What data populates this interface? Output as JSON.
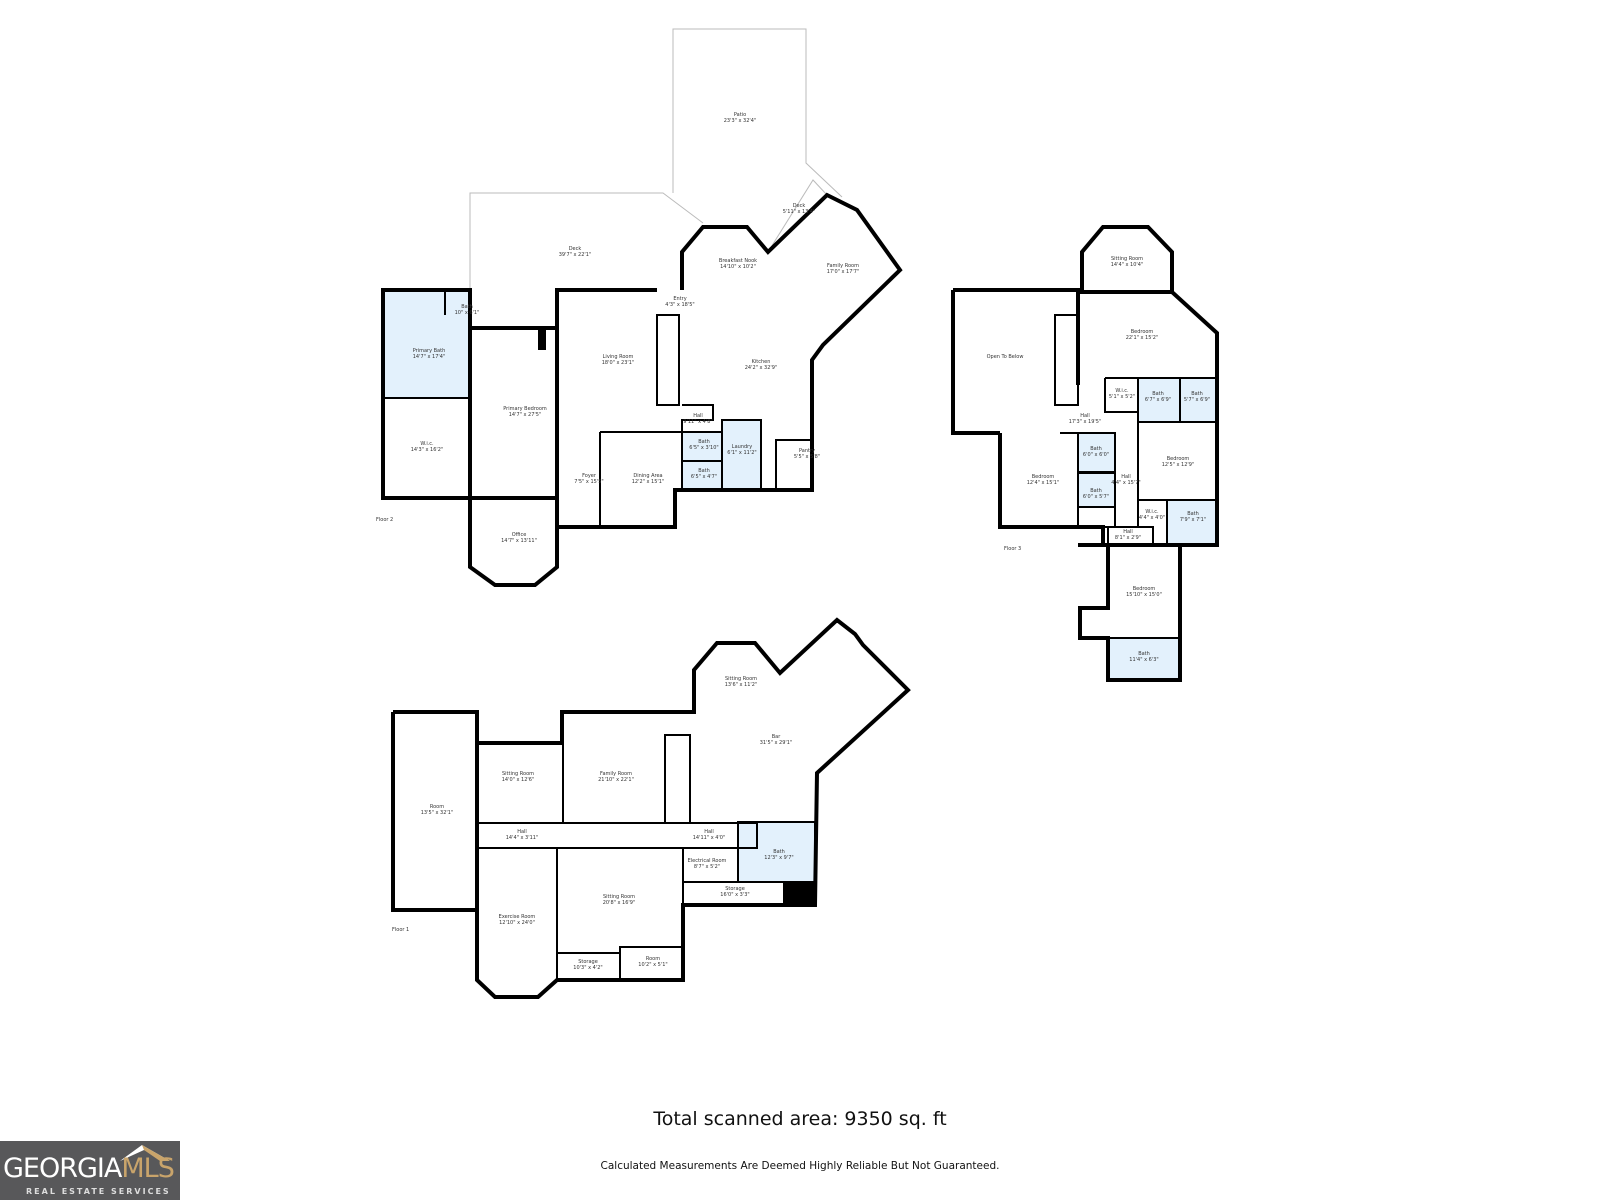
{
  "floors": [
    {
      "label": "Floor 2",
      "rooms": [
        {
          "name": "Patio",
          "dims": "23'3\" x 32'4\""
        },
        {
          "name": "Deck",
          "dims": "39'7\" x 22'1\""
        },
        {
          "name": "Deck",
          "dims": "5'11\" x 13'4\""
        },
        {
          "name": "Breakfast Nook",
          "dims": "14'10\" x 10'2\""
        },
        {
          "name": "Family Room",
          "dims": "17'0\" x 17'7\""
        },
        {
          "name": "Entry",
          "dims": "4'3\" x 18'5\""
        },
        {
          "name": "Bath",
          "dims": "10\" x 6'1\""
        },
        {
          "name": "Primary Bath",
          "dims": "14'7\" x 17'4\""
        },
        {
          "name": "Living Room",
          "dims": "18'0\" x 23'1\""
        },
        {
          "name": "Kitchen",
          "dims": "24'2\" x 32'9\""
        },
        {
          "name": "Primary Bedroom",
          "dims": "14'7\" x 27'5\""
        },
        {
          "name": "Hall",
          "dims": "9'11\" x 4'8\""
        },
        {
          "name": "W.i.c.",
          "dims": "14'3\" x 16'2\""
        },
        {
          "name": "Bath",
          "dims": "6'5\" x 3'10\""
        },
        {
          "name": "Laundry",
          "dims": "6'1\" x 11'2\""
        },
        {
          "name": "Pantry",
          "dims": "5'5\" x 5'8\""
        },
        {
          "name": "Bath",
          "dims": "6'5\" x 4'7\""
        },
        {
          "name": "Foyer",
          "dims": "7'5\" x 15'5\""
        },
        {
          "name": "Dining Area",
          "dims": "12'2\" x 15'1\""
        },
        {
          "name": "Office",
          "dims": "14'7\" x 13'11\""
        }
      ]
    },
    {
      "label": "Floor 3",
      "rooms": [
        {
          "name": "Sitting Room",
          "dims": "14'4\" x 10'4\""
        },
        {
          "name": "Bedroom",
          "dims": "22'1\" x 15'2\""
        },
        {
          "name": "Open To Below",
          "dims": ""
        },
        {
          "name": "W.i.c.",
          "dims": "5'1\" x 5'2\""
        },
        {
          "name": "Bath",
          "dims": "6'7\" x 6'9\""
        },
        {
          "name": "Bath",
          "dims": "5'7\" x 6'9\""
        },
        {
          "name": "Hall",
          "dims": "17'3\" x 19'5\""
        },
        {
          "name": "Bath",
          "dims": "6'0\" x 6'0\""
        },
        {
          "name": "Bedroom",
          "dims": "12'5\" x 12'9\""
        },
        {
          "name": "Bedroom",
          "dims": "12'4\" x 15'1\""
        },
        {
          "name": "Hall",
          "dims": "4'4\" x 15'7\""
        },
        {
          "name": "Bath",
          "dims": "6'0\" x 5'7\""
        },
        {
          "name": "W.i.c.",
          "dims": "4'4\" x 4'0\""
        },
        {
          "name": "Bath",
          "dims": "7'9\" x 7'1\""
        },
        {
          "name": "Hall",
          "dims": "8'1\" x 2'9\""
        },
        {
          "name": "Bedroom",
          "dims": "15'10\" x 15'0\""
        },
        {
          "name": "Bath",
          "dims": "11'4\" x 6'3\""
        }
      ]
    },
    {
      "label": "Floor 1",
      "rooms": [
        {
          "name": "Room",
          "dims": "13'5\" x 32'1\""
        },
        {
          "name": "Sitting Room",
          "dims": "14'0\" x 12'6\""
        },
        {
          "name": "Family Room",
          "dims": "21'10\" x 22'1\""
        },
        {
          "name": "Sitting Room",
          "dims": "13'6\" x 11'2\""
        },
        {
          "name": "Bar",
          "dims": "31'5\" x 29'1\""
        },
        {
          "name": "Hall",
          "dims": "14'4\" x 3'11\""
        },
        {
          "name": "Hall",
          "dims": "14'11\" x 4'0\""
        },
        {
          "name": "Bath",
          "dims": "12'3\" x 9'7\""
        },
        {
          "name": "Electrical Room",
          "dims": "8'7\" x 5'2\""
        },
        {
          "name": "Storage",
          "dims": "16'0\" x 3'3\""
        },
        {
          "name": "Sitting Room",
          "dims": "20'8\" x 16'9\""
        },
        {
          "name": "Exercise Room",
          "dims": "12'10\" x 24'0\""
        },
        {
          "name": "Storage",
          "dims": "10'3\" x 4'2\""
        },
        {
          "name": "Room",
          "dims": "10'2\" x 5'1\""
        }
      ]
    }
  ],
  "summary": {
    "total_area": "Total scanned area: 9350 sq. ft",
    "disclaimer": "Calculated Measurements Are Deemed Highly Reliable But Not Guaranteed."
  },
  "logo": {
    "text_main": "GEORGIA",
    "text_accent": "MLS",
    "tagline": "REAL ESTATE SERVICES"
  },
  "colors": {
    "wet_room_fill": "#e3f1fc",
    "wall": "#000000",
    "logo_bg": "#58585a",
    "logo_accent": "#c9a46b"
  }
}
